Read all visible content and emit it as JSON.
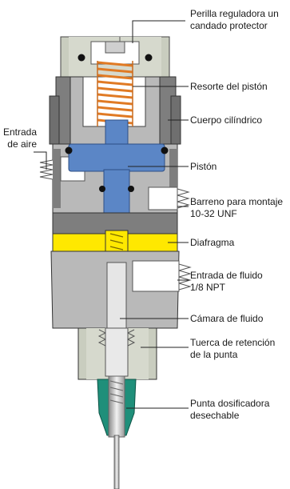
{
  "labels": {
    "knob": "Perilla reguladora un\ncandado protector",
    "air_inlet": "Entrada\nde aire",
    "piston_spring": "Resorte del pistón",
    "cylinder_body": "Cuerpo cilíndrico",
    "piston": "Pistón",
    "mount_bore": "Barreno para montaje\n10-32 UNF",
    "diaphragm": "Diafragma",
    "fluid_inlet": "Entrada de fluido\n1/8 NPT",
    "fluid_chamber": "Cámara de fluido",
    "tip_nut": "Tuerca de retención\nde la punta",
    "tip": "Punta dosificadora\ndesechable"
  },
  "colors": {
    "body_gray": "#b9b9b9",
    "dark_gray": "#7e7e7e",
    "piston_blue": "#5b86c6",
    "spring_orange": "#e07a24",
    "diaphragm_yellow": "#ffe800",
    "tip_green": "#1f8f7a",
    "knob_gray": "#c9cdbf"
  }
}
